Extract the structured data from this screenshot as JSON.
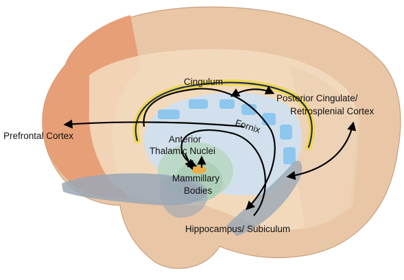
{
  "labels": {
    "cingulum": "Cingulum",
    "posterior_line1": "Posterior Cingulate/",
    "posterior_line2": "Retrosplenial Cortex",
    "prefrontal": "Prefrontal Cortex",
    "fornix": "Fornix",
    "anterior_line1": "Anterior",
    "anterior_line2": "Thalamic Nuclei",
    "mammillary_line1": "Mammillary",
    "mammillary_line2": "Bodies",
    "hippocampus": "Hippocampus/ Subiculum"
  },
  "colors": {
    "cortex": "#e9c6a6",
    "prefrontal": "#e79a72",
    "cingulate_region": "#f4dcc0",
    "cingulum_band": "#f0d850",
    "fornix_fill": "#cfe0ee",
    "ventricle": "#8ec7ee",
    "thalamus": "#b9d7c4",
    "brainstem": "#9aa7b5",
    "arrow": "#000000"
  }
}
